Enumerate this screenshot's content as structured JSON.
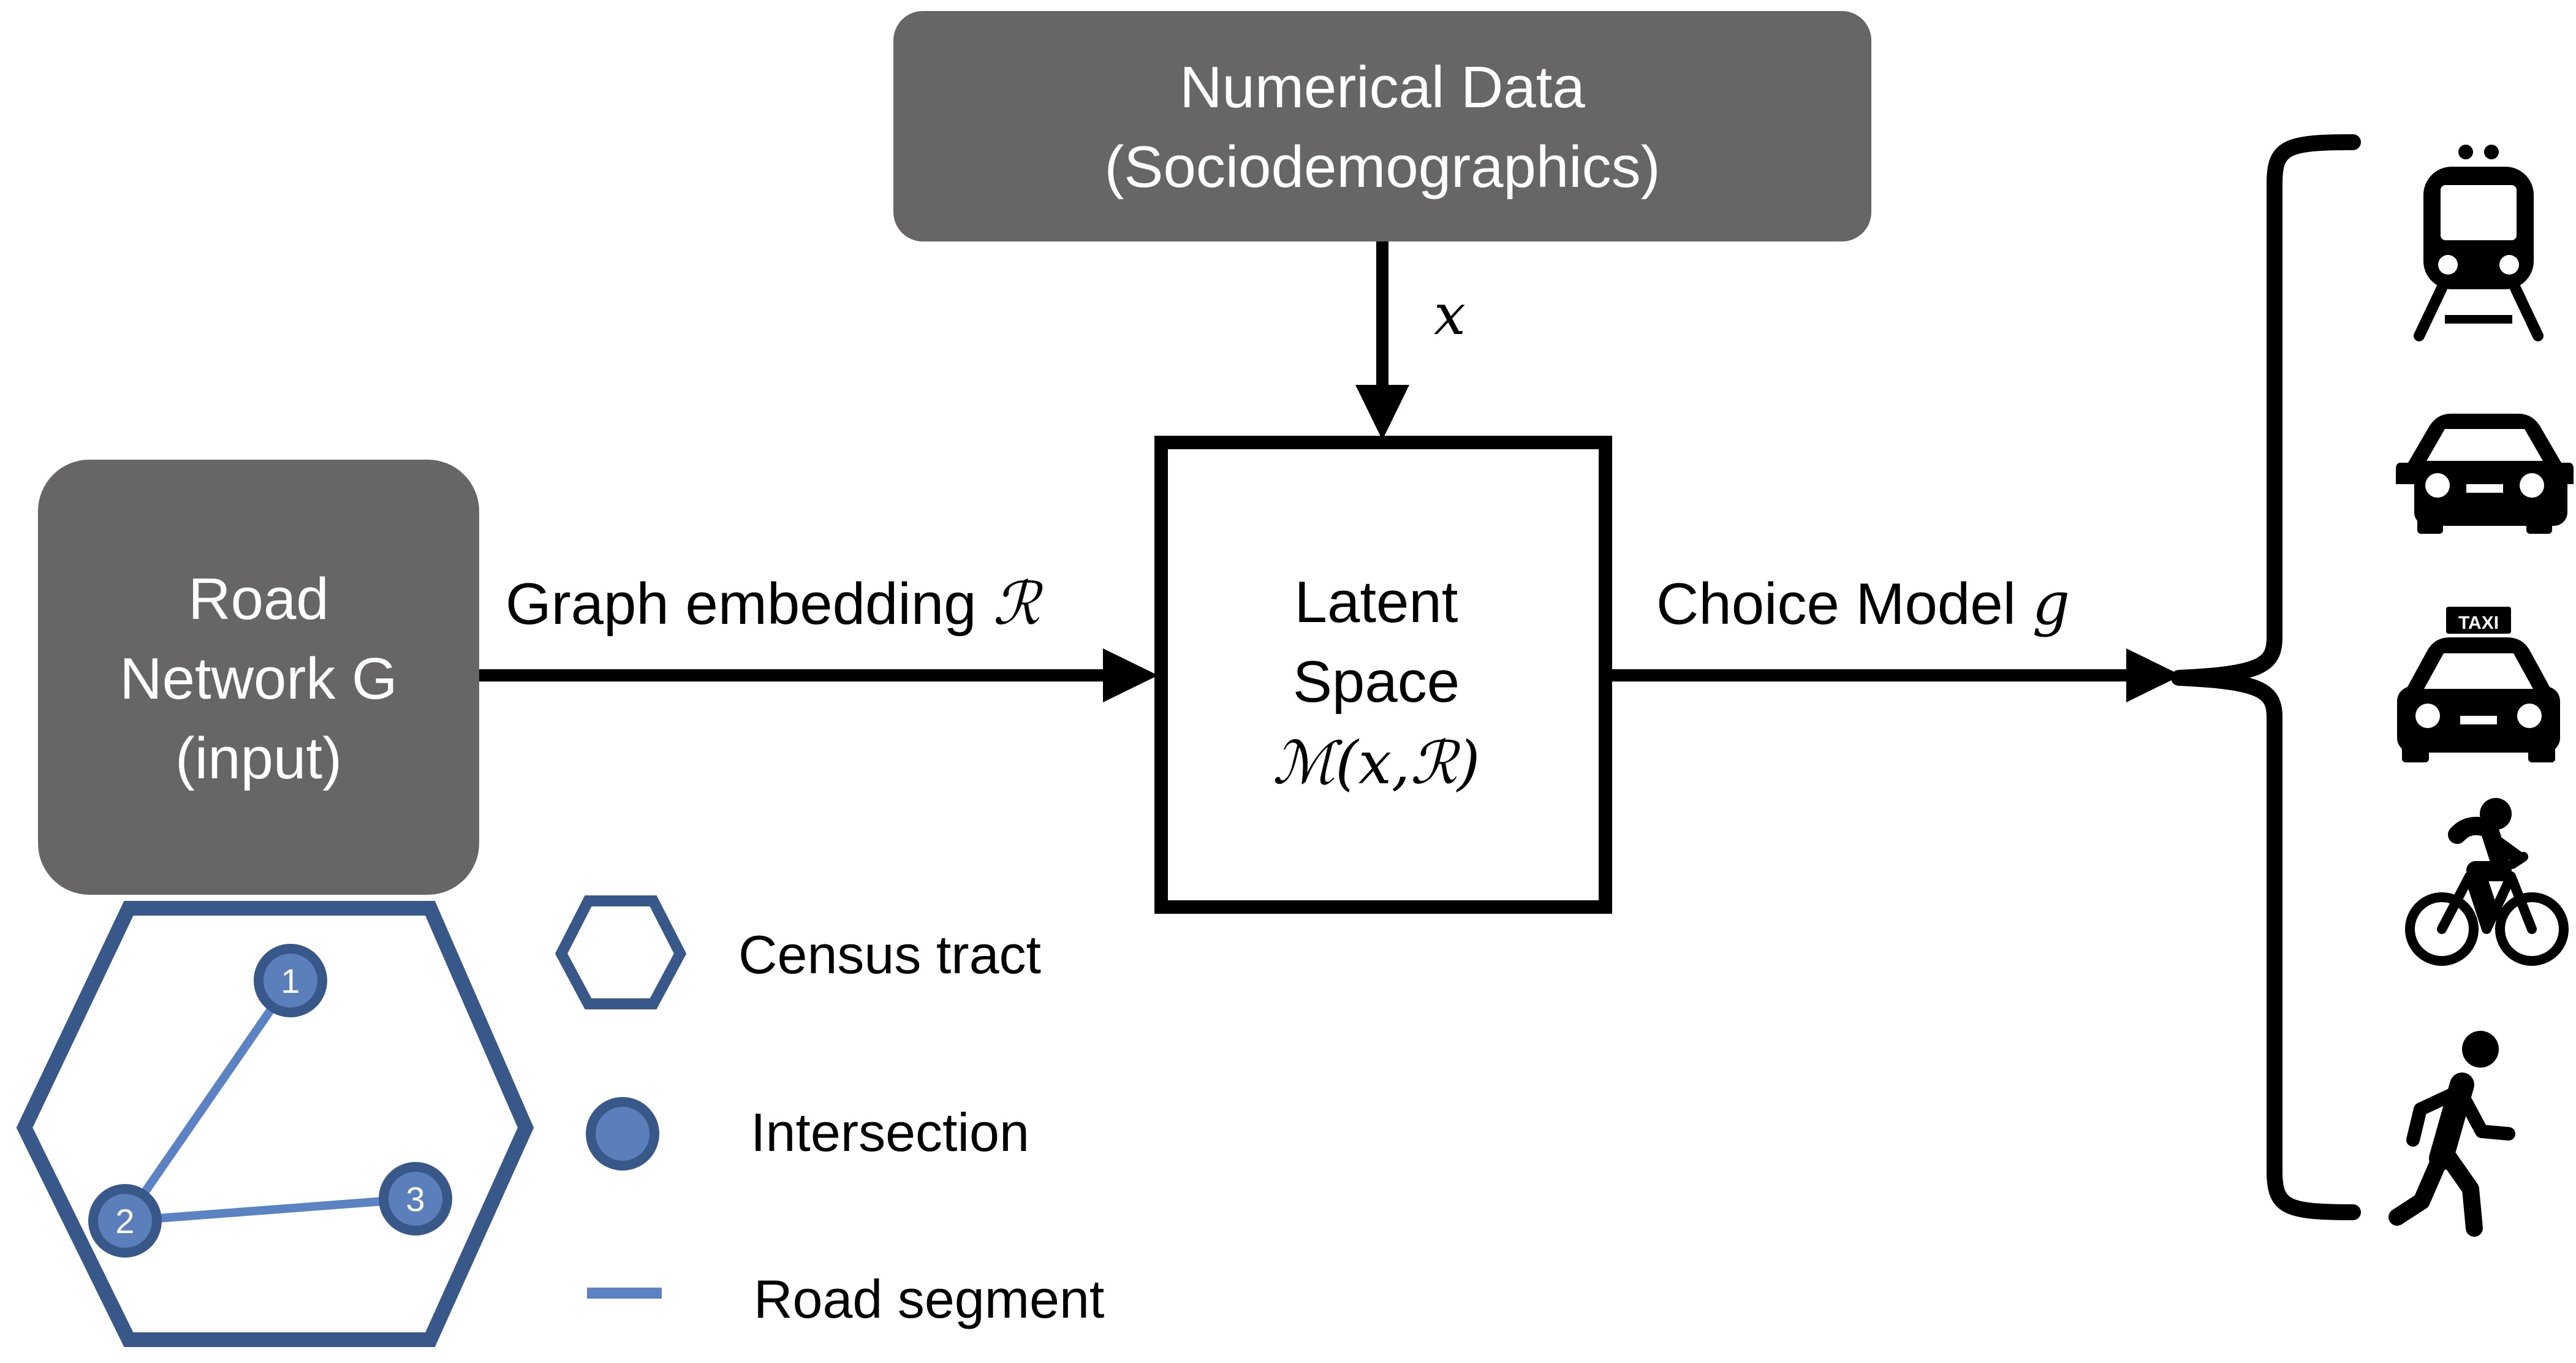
{
  "numerical_box": {
    "line1": "Numerical Data",
    "line2": "(Sociodemographics)"
  },
  "x_label": "x",
  "road_box": {
    "line1": "Road",
    "line2": "Network G",
    "line3": "(input)"
  },
  "graph_embedding": {
    "text": "Graph embedding ",
    "symbol": "ℛ"
  },
  "latent_box": {
    "line1": "Latent",
    "line2": "Space",
    "formula": "ℳ(x,ℛ)"
  },
  "choice_model": {
    "text": "Choice Model ",
    "symbol": "g"
  },
  "graph": {
    "nodes": [
      "1",
      "2",
      "3"
    ]
  },
  "legend": {
    "census_tract": "Census tract",
    "intersection": "Intersection",
    "road_segment": "Road segment"
  },
  "modes": {
    "taxi_sign": "TAXI"
  },
  "icons": [
    "train-icon",
    "car-icon",
    "taxi-icon",
    "bicycle-icon",
    "walking-icon"
  ],
  "colors": {
    "box_fill": "#676565",
    "hex_stroke": "#38588a",
    "node_fill": "#5a7fba",
    "node_stroke": "#38588a",
    "edge": "#5b83c4",
    "ink": "#000000"
  }
}
